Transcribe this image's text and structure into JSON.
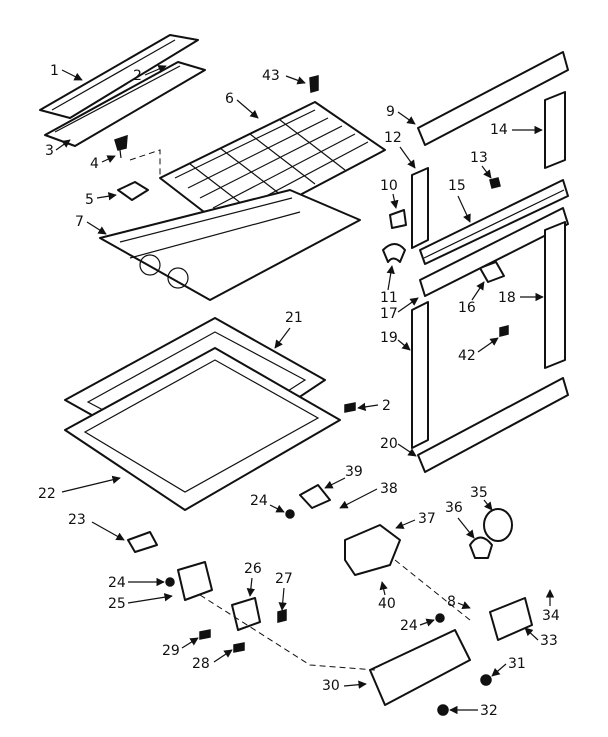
{
  "diagram": {
    "callouts": [
      "1",
      "2",
      "3",
      "4",
      "5",
      "6",
      "7",
      "8",
      "9",
      "10",
      "11",
      "12",
      "13",
      "14",
      "15",
      "16",
      "17",
      "18",
      "19",
      "20",
      "21",
      "22",
      "23",
      "24",
      "25",
      "26",
      "27",
      "28",
      "29",
      "30",
      "31",
      "32",
      "33",
      "34",
      "35",
      "36",
      "37",
      "38",
      "39",
      "40",
      "42",
      "43"
    ]
  }
}
